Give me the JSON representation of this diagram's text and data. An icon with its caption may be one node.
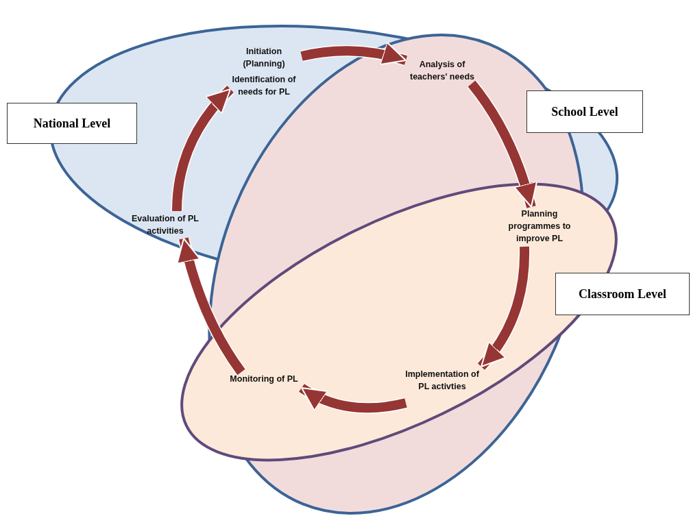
{
  "diagram": {
    "nodes": [
      {
        "text": [
          "National Level"
        ]
      },
      {
        "text": [
          "School Level"
        ]
      },
      {
        "text": [
          "Classroom Level"
        ]
      },
      {
        "text": [
          "Initiation (Planning)",
          "Identification of needs for PL"
        ]
      },
      {
        "text": [
          "Analysis of teachers' needs"
        ]
      },
      {
        "text": [
          "Planning programmes to improve PL"
        ]
      },
      {
        "text": [
          "Implementation of PL activties"
        ]
      },
      {
        "text": [
          "Monitoring of PL"
        ]
      },
      {
        "text": [
          "Evaluation of PL activities"
        ]
      }
    ],
    "edges": [
      {
        "from": 3,
        "to": 4,
        "arrow": "to"
      },
      {
        "from": 4,
        "to": 5,
        "arrow": "to"
      },
      {
        "from": 5,
        "to": 6,
        "arrow": "to"
      },
      {
        "from": 6,
        "to": 7,
        "arrow": "to"
      },
      {
        "from": 7,
        "to": 8,
        "arrow": "to"
      },
      {
        "from": 8,
        "to": 3,
        "arrow": "to"
      }
    ]
  }
}
